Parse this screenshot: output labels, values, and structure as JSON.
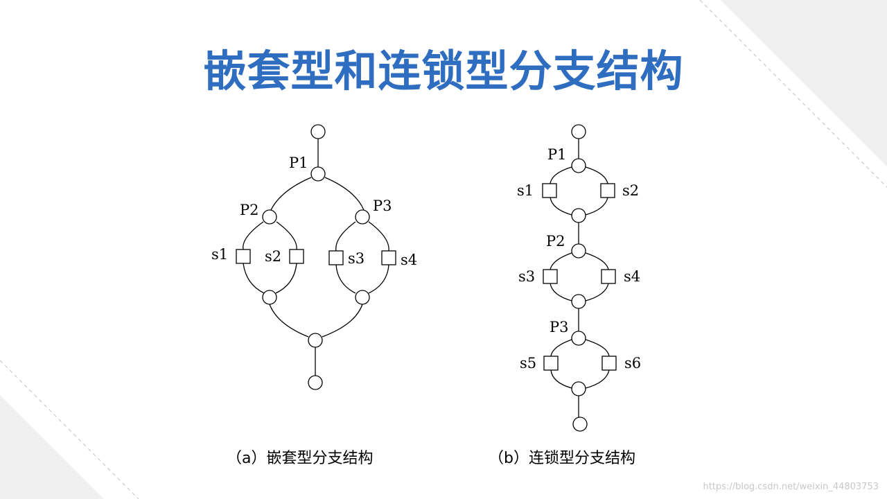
{
  "slide": {
    "title": "嵌套型和连锁型分支结构",
    "watermark": "https://blog.csdn.net/weixin_44803753"
  },
  "diagram_a": {
    "caption": "（a）嵌套型分支结构",
    "labels": {
      "p1": "P1",
      "p2": "P2",
      "p3": "P3",
      "s1": "s1",
      "s2": "s2",
      "s3": "s3",
      "s4": "s4"
    }
  },
  "diagram_b": {
    "caption": "（b）连锁型分支结构",
    "labels": {
      "p1": "P1",
      "p2": "P2",
      "p3": "P3",
      "s1": "s1",
      "s2": "s2",
      "s3": "s3",
      "s4": "s4",
      "s5": "s5",
      "s6": "s6"
    }
  },
  "colors": {
    "title": "#2E6DBF",
    "decor": "#f0f0f0"
  }
}
